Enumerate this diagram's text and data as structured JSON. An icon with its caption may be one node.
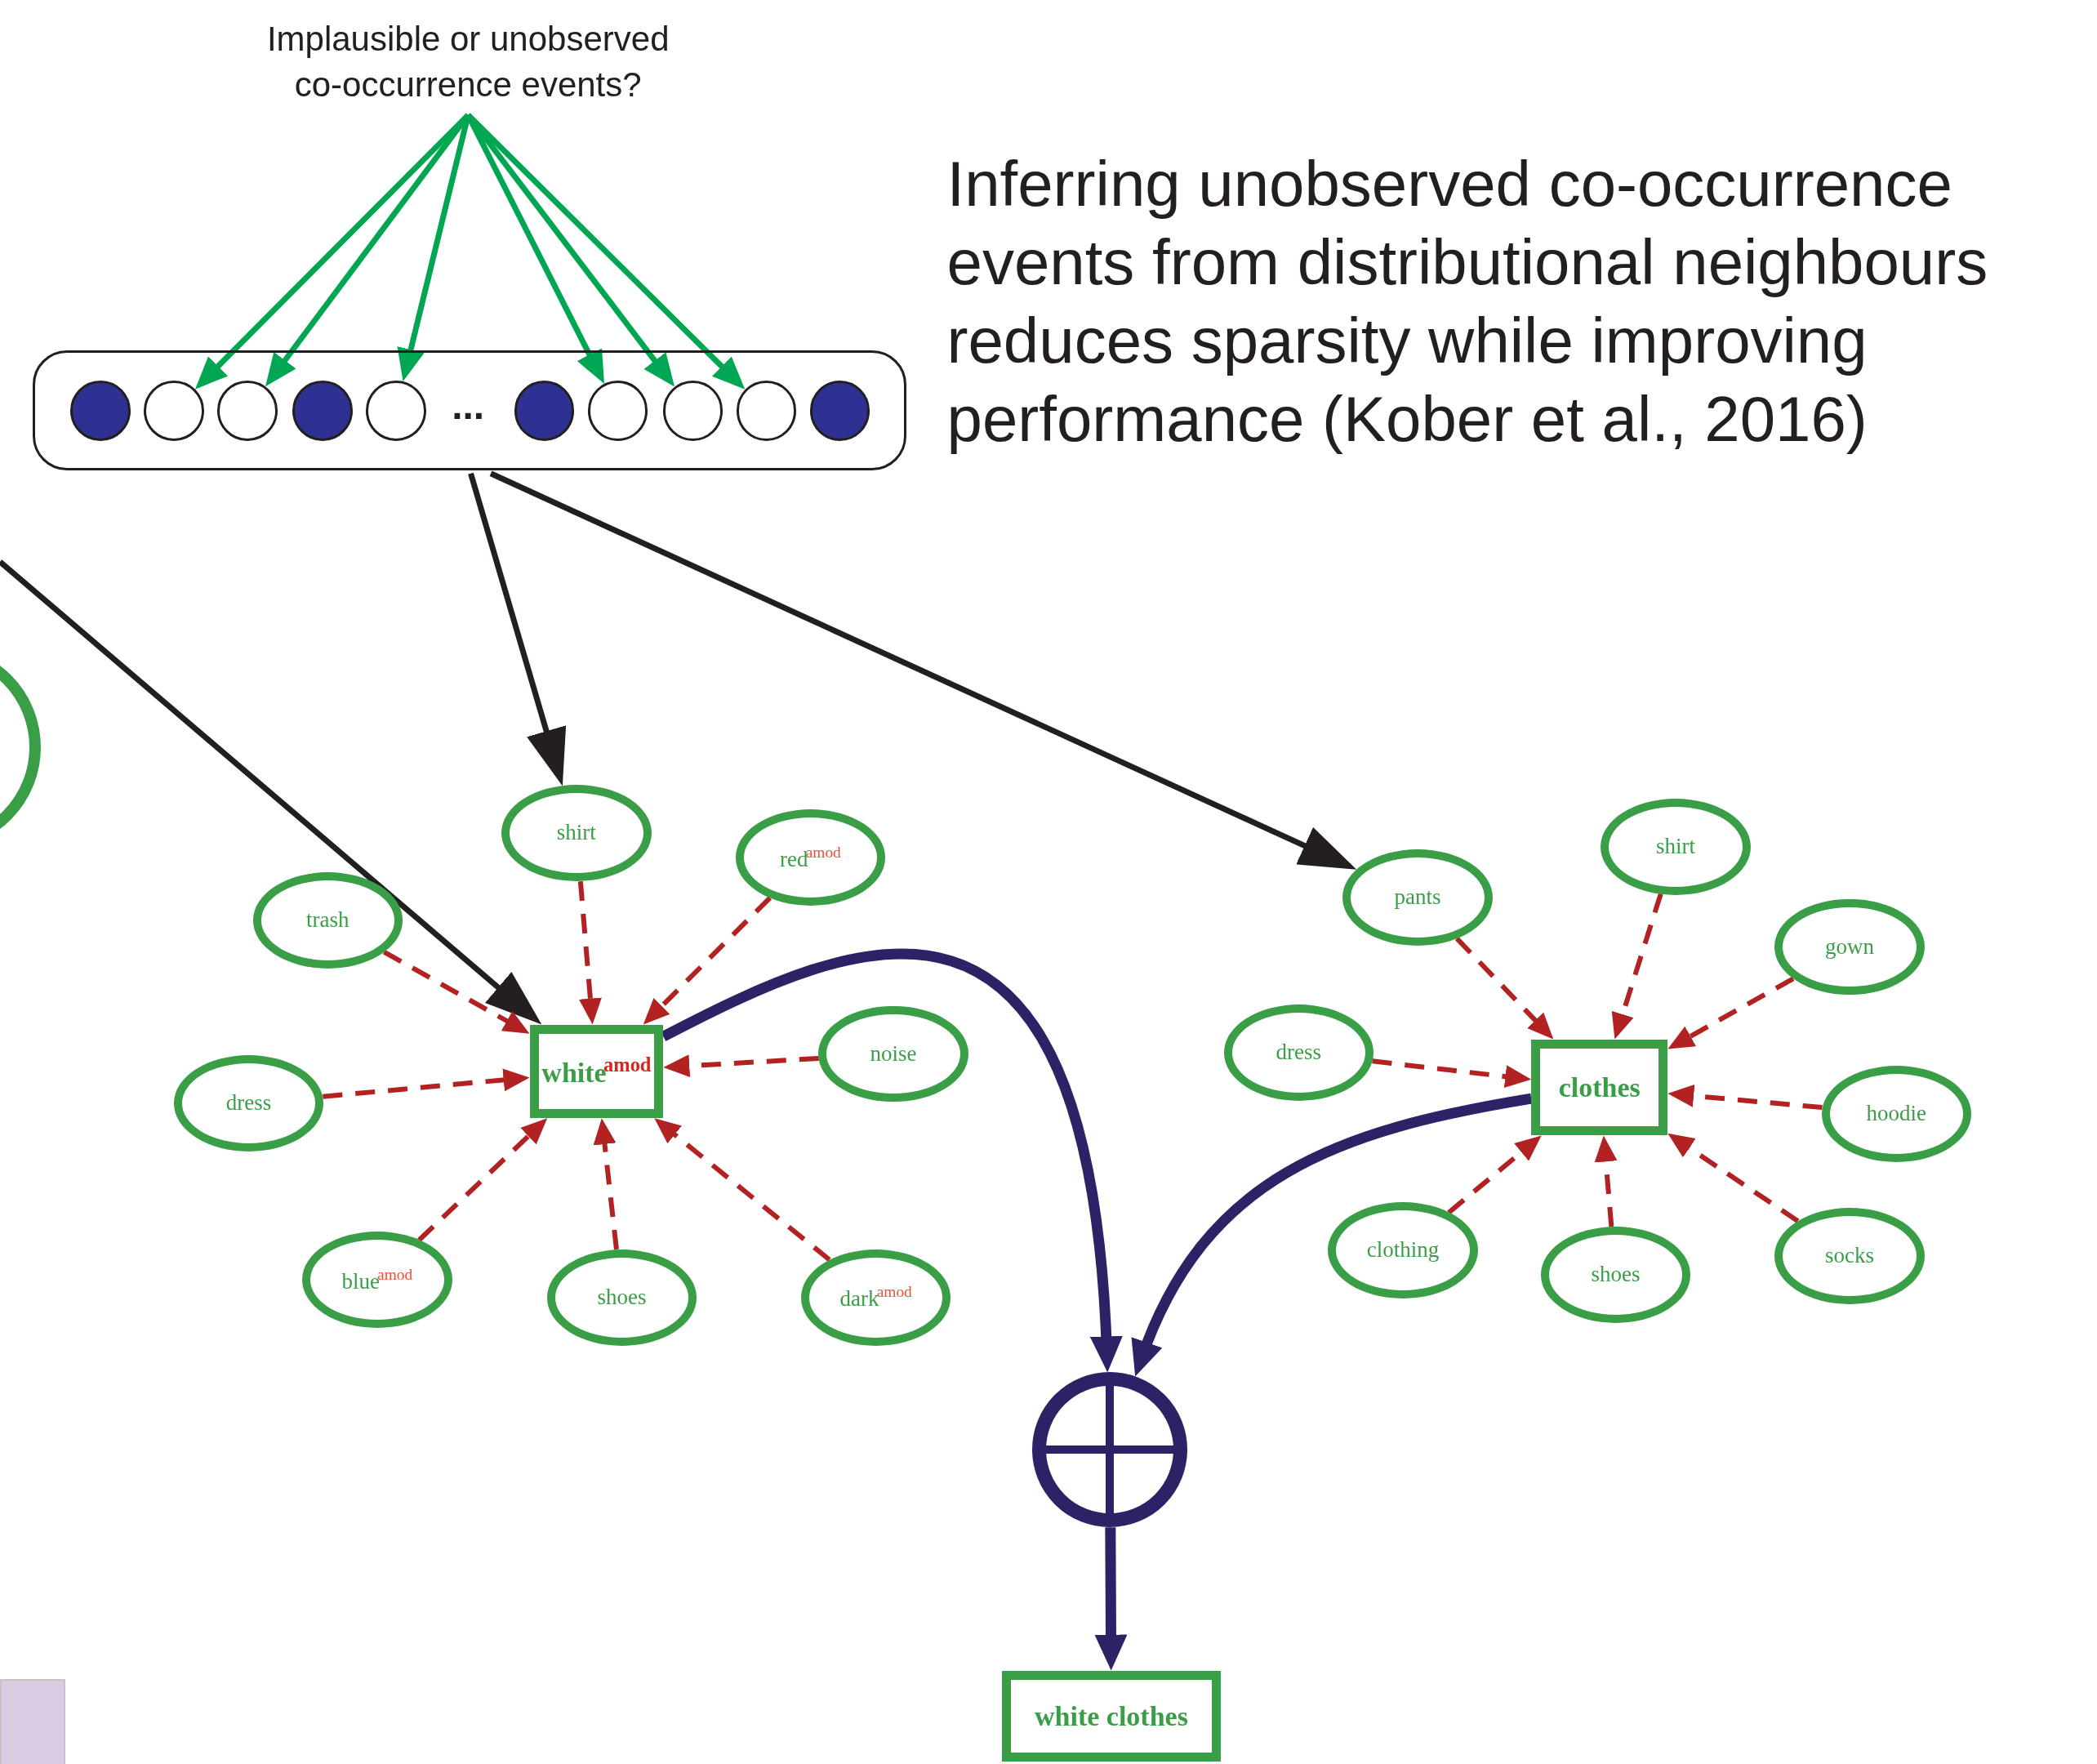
{
  "diagram": {
    "nodes": [
      {
        "text": [
          "Implausible or unobserved co-occurrence events?"
        ]
      },
      {
        "text": [],
        "shape": "box"
      },
      {
        "text": [],
        "shape": "circle",
        "in": 1
      },
      {
        "text": [],
        "shape": "circle",
        "in": 1
      },
      {
        "text": [],
        "shape": "circle",
        "in": 1
      },
      {
        "text": [],
        "shape": "circle",
        "in": 1
      },
      {
        "text": [],
        "shape": "circle",
        "in": 1
      },
      {
        "text": [],
        "shape": "circle",
        "in": 1
      },
      {
        "text": [],
        "shape": "circle",
        "in": 1
      },
      {
        "text": [],
        "shape": "circle",
        "in": 1
      },
      {
        "text": [],
        "shape": "circle",
        "in": 1
      },
      {
        "text": [],
        "shape": "circle",
        "in": 1
      },
      {
        "text": [
          "white$^{amod}$"
        ]
      },
      {
        "text": [
          "shirt"
        ]
      },
      {
        "text": [
          "red$^{amod}$"
        ]
      },
      {
        "text": [
          "trash"
        ]
      },
      {
        "text": [
          "noise"
        ]
      },
      {
        "text": [
          "dress"
        ]
      },
      {
        "text": [
          "blue$^{amod}$"
        ]
      },
      {
        "text": [
          "shoes"
        ]
      },
      {
        "text": [
          "dark$^{amod}$"
        ]
      },
      {
        "text": [
          "clothes"
        ]
      },
      {
        "text": [
          "pants"
        ]
      },
      {
        "text": [
          "shirt"
        ]
      },
      {
        "text": [
          "gown"
        ]
      },
      {
        "text": [
          "dress"
        ]
      },
      {
        "text": [
          "hoodie"
        ]
      },
      {
        "text": [
          "clothing"
        ]
      },
      {
        "text": [
          "shoes"
        ]
      },
      {
        "text": [
          "socks"
        ]
      },
      {
        "text": [],
        "shape": "circle"
      },
      {
        "text": [
          "white clothes"
        ]
      }
    ],
    "edges": [
      {
        "from": 0,
        "to": 3,
        "arrow": "to",
        "color": "#00a651"
      },
      {
        "from": 0,
        "to": 4,
        "arrow": "to",
        "color": "#00a651"
      },
      {
        "from": 0,
        "to": 6,
        "arrow": "to",
        "color": "#00a651"
      },
      {
        "from": 0,
        "to": 8,
        "arrow": "to",
        "color": "#00a651"
      },
      {
        "from": 0,
        "to": 9,
        "arrow": "to",
        "color": "#00a651"
      },
      {
        "from": 0,
        "to": 10,
        "arrow": "to",
        "color": "#00a651"
      },
      {
        "from": 1,
        "to": 13,
        "arrow": "to",
        "color": "#231f20"
      },
      {
        "from": 1,
        "to": 22,
        "arrow": "to",
        "color": "#231f20"
      },
      {
        "from": null,
        "to": 12,
        "arrow": "to",
        "color": "#231f20"
      },
      {
        "from": 13,
        "to": 12,
        "arrow": "to",
        "style": "dashed"
      },
      {
        "from": 14,
        "to": 12,
        "arrow": "to",
        "style": "dashed"
      },
      {
        "from": 15,
        "to": 12,
        "arrow": "to",
        "style": "dashed"
      },
      {
        "from": 16,
        "to": 12,
        "arrow": "to",
        "style": "dashed"
      },
      {
        "from": 17,
        "to": 12,
        "arrow": "to",
        "style": "dashed"
      },
      {
        "from": 18,
        "to": 12,
        "arrow": "to",
        "style": "dashed"
      },
      {
        "from": 19,
        "to": 12,
        "arrow": "to",
        "style": "dashed"
      },
      {
        "from": 20,
        "to": 12,
        "arrow": "to",
        "style": "dashed"
      },
      {
        "from": 22,
        "to": 21,
        "arrow": "to",
        "style": "dashed"
      },
      {
        "from": 23,
        "to": 21,
        "arrow": "to",
        "style": "dashed"
      },
      {
        "from": 24,
        "to": 21,
        "arrow": "to",
        "style": "dashed"
      },
      {
        "from": 25,
        "to": 21,
        "arrow": "to",
        "style": "dashed"
      },
      {
        "from": 26,
        "to": 21,
        "arrow": "to",
        "style": "dashed"
      },
      {
        "from": 27,
        "to": 21,
        "arrow": "to",
        "style": "dashed"
      },
      {
        "from": 28,
        "to": 21,
        "arrow": "to",
        "style": "dashed"
      },
      {
        "from": 29,
        "to": 21,
        "arrow": "to",
        "style": "dashed"
      },
      {
        "from": 12,
        "to": 30,
        "arrow": "to",
        "style": "thick",
        "color": "#2e2266"
      },
      {
        "from": 21,
        "to": 30,
        "arrow": "to",
        "style": "thick",
        "color": "#2e2266"
      },
      {
        "from": 30,
        "to": 31,
        "arrow": "to",
        "style": "thick",
        "color": "#2e2266"
      }
    ],
    "labels": [
      "...",
      "Inferring unobserved co-occurrence events from distributional neighbours reduces sparsity while improving performance (Kober et al., 2016)"
    ]
  }
}
